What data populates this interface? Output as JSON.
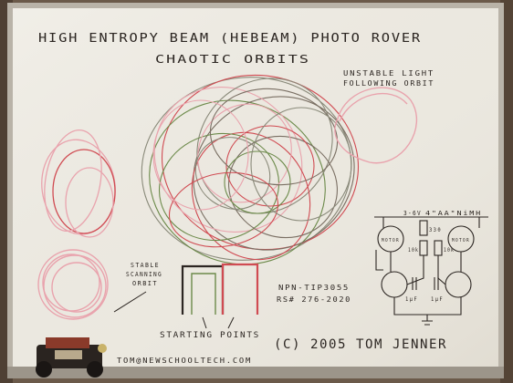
{
  "photo": {
    "title_line1": "HIGH ENTROPY BEAM (HEBEAM) PHOTO ROVER",
    "title_line2": "CHAOTIC ORBITS",
    "label_unstable_1": "UNSTABLE LIGHT",
    "label_unstable_2": "FOLLOWING ORBIT",
    "label_stable_1": "STABLE",
    "label_stable_2": "SCANNING",
    "label_stable_3": "ORBIT",
    "label_starting": "STARTING POINTS",
    "label_npn": "NPN-TIP3055",
    "label_rsh": "RS# 276-2020",
    "circuit_voltage": "3-6V",
    "circuit_battery": "4\"AA\"NiMH",
    "circuit_res1": "330",
    "circuit_res2": "10k",
    "circuit_res3": "10k",
    "circuit_motor": "MOTOR",
    "circuit_cap1": "1µF",
    "circuit_cap2": "1µF",
    "copyright": "(C) 2005 TOM JENNER",
    "email": "TOM@NEWSCHOOLTECH.COM",
    "colors": {
      "board": "#ece9e1",
      "frame": "#b9b3a8",
      "wall": "#6b5a4a",
      "ink_black": "#2c2622",
      "ink_red": "#d04b52",
      "ink_pink": "#e9a3ad",
      "ink_green": "#6c8a4a"
    }
  }
}
